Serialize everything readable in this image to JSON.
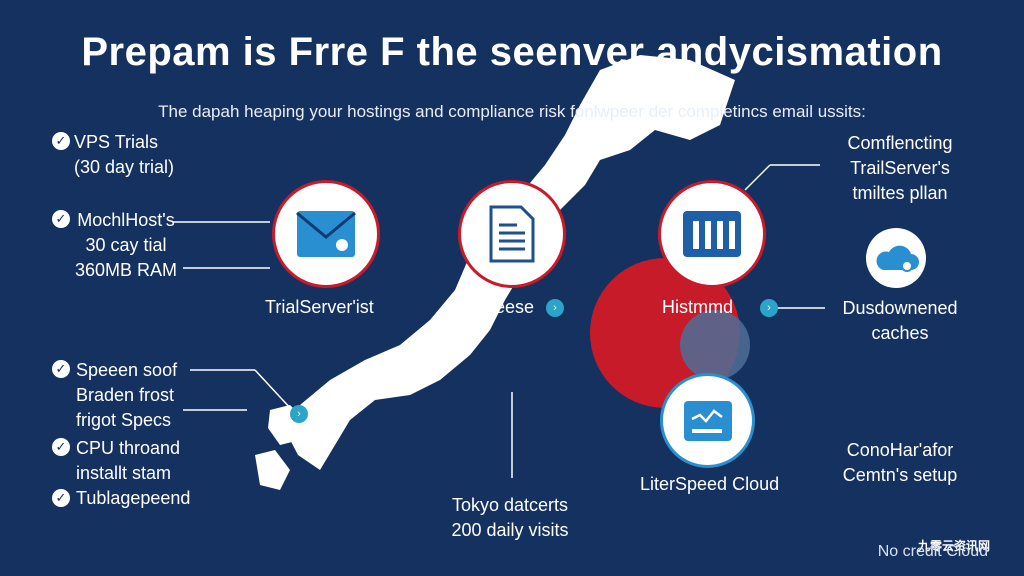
{
  "header": {
    "title": "Prepam is Frre F the seenver andycismation",
    "subtitle": "The dapah heaping your hostings and compliance risk fonlwpeer der completincs email ussits:"
  },
  "left_list": {
    "items": [
      {
        "lines": [
          "VPS Trials",
          "(30 day trial)"
        ]
      },
      {
        "lines": [
          "MochlHost's",
          "30 cay tial",
          "360MB RAM"
        ]
      },
      {
        "lines": [
          "Speeen soof",
          "Braden frost",
          "frigot Specs"
        ]
      },
      {
        "lines": [
          "CPU throand",
          "installt stam"
        ]
      },
      {
        "lines": [
          "Tublagepeend"
        ]
      }
    ]
  },
  "nodes": {
    "trialserver": "TrialServer'ist",
    "bafeese": "Bafeese",
    "histmmd": "Histmmd",
    "litespeed": "LiterSpeed Cloud"
  },
  "center_note": {
    "line1": "Tokyo datcerts",
    "line2": "200 daily visits"
  },
  "right_notes": {
    "top": [
      "Comflencting",
      "TrailServer's",
      "tmiltes pllan"
    ],
    "middle": [
      "Dusdownened",
      "caches"
    ],
    "bottom": [
      "ConoHar'afor",
      "Cemtn's setup"
    ]
  },
  "watermark": "九零云资讯网",
  "footer": "No credit Cloud",
  "colors": {
    "background": "#143160",
    "accent_red": "#c81b2a",
    "accent_blue": "#2a8fd1",
    "dot_teal": "#2aa5c9"
  },
  "icons": [
    "check-icon",
    "envelope-icon",
    "document-icon",
    "server-icon",
    "cloud-icon",
    "chart-monitor-icon"
  ]
}
